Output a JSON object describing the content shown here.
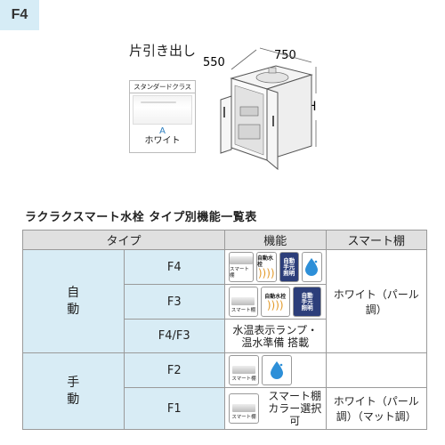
{
  "badge": "F4",
  "drawer_label": "片引き出し",
  "dims": {
    "depth": "550",
    "width": "750",
    "height": "H"
  },
  "swatch": {
    "header": "スタンダードクラス",
    "code": "A",
    "name": "ホワイト"
  },
  "section_title": "ラクラクスマート水栓 タイプ別機能一覧表",
  "table": {
    "headers": {
      "type": "タイプ",
      "function": "機能",
      "shelf": "スマート棚"
    },
    "groups": {
      "auto": "自\n動",
      "manual": "手\n動"
    },
    "rows": [
      {
        "type": "F4"
      },
      {
        "type": "F3"
      },
      {
        "type": "F4/F3",
        "function_text": "水温表示ランプ・\n温水準備 搭載"
      },
      {
        "type": "F2"
      },
      {
        "type": "F1",
        "function_text": "スマート棚\nカラー選択可",
        "shelf": "ホワイト（パール調）（マット調）"
      }
    ],
    "shelf_auto": "ホワイト（パール調）",
    "icons": {
      "smart_shelf": "スマート棚",
      "auto_faucet": "自動水栓",
      "light": "自動\n手元\n照明"
    }
  },
  "colors": {
    "accent_bg": "#d8ecf5",
    "header_bg": "#e0e0e0",
    "light_icon": "#2c3e7a",
    "drop": "#2d8fd8"
  }
}
